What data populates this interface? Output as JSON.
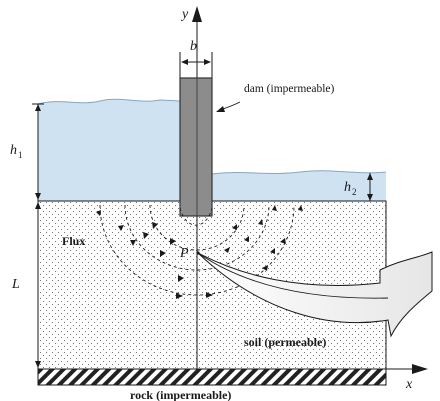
{
  "labels": {
    "y_axis": "y",
    "x_axis": "x",
    "b": "b",
    "dam": "dam (impermeable)",
    "h1": "h",
    "h1_sub": "1",
    "h2": "h",
    "h2_sub": "2",
    "L": "L",
    "flux": "Flux",
    "P": "P",
    "soil": "soil (permeable)",
    "rock": "rock (impermeable)"
  },
  "colors": {
    "water": "#cfe2f1",
    "water_edge": "#8aa6bf",
    "soil_bg": "#ffffff",
    "soil_dot": "#555555",
    "dam": "#8c8c8c",
    "dam_edge": "#333333",
    "rock_hatch": "#222222",
    "line": "#1a1a1a"
  }
}
